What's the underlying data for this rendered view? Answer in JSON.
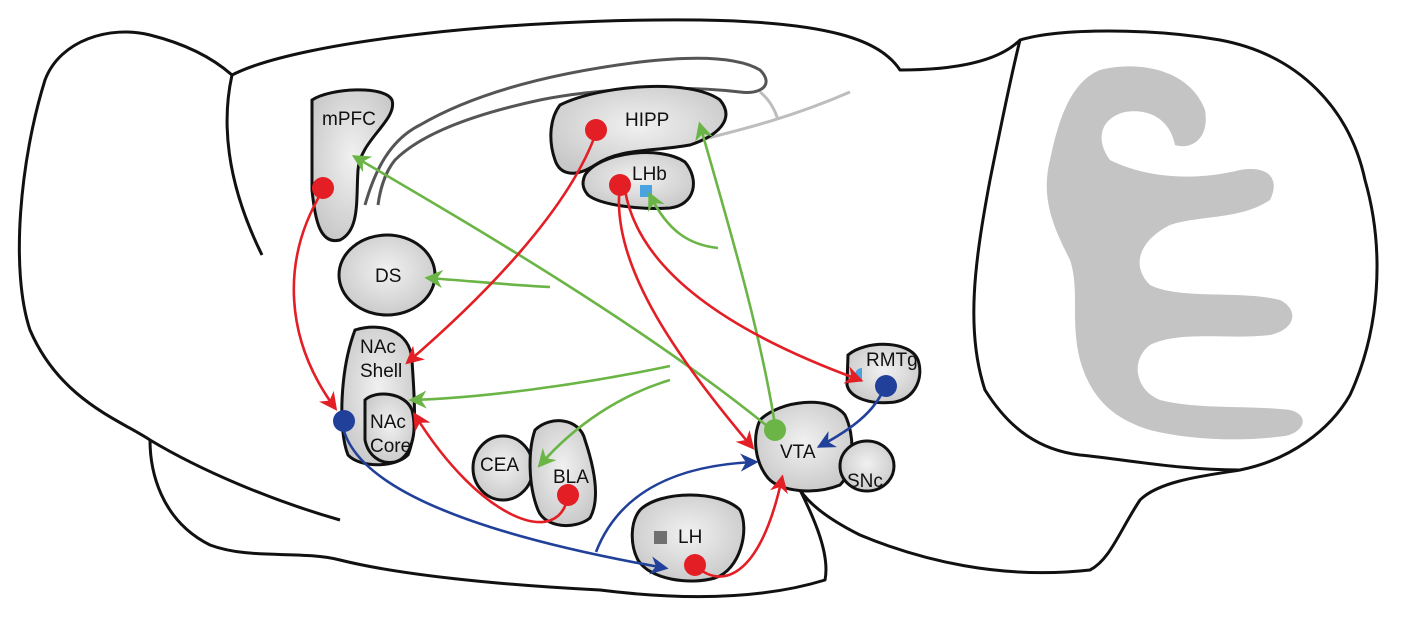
{
  "colors": {
    "brain_fill": "#f1ede3",
    "region_fill": "#d9d9d9",
    "glutamate_red": "#e31e24",
    "dopamine_green": "#6ab545",
    "gaba_blue": "#21409a",
    "cerebellum_folia": "#c4c4c4"
  },
  "regions": {
    "mpfc": "mPFC",
    "hipp": "HIPP",
    "lhb": "LHb",
    "ds": "DS",
    "nac_shell_1": "NAc",
    "nac_shell_2": "Shell",
    "nac_core_1": "NAc",
    "nac_core_2": "Core",
    "cea": "CEA",
    "bla": "BLA",
    "lh": "LH",
    "vta": "VTA",
    "snc": "SNc",
    "rmtg": "RMTg"
  }
}
